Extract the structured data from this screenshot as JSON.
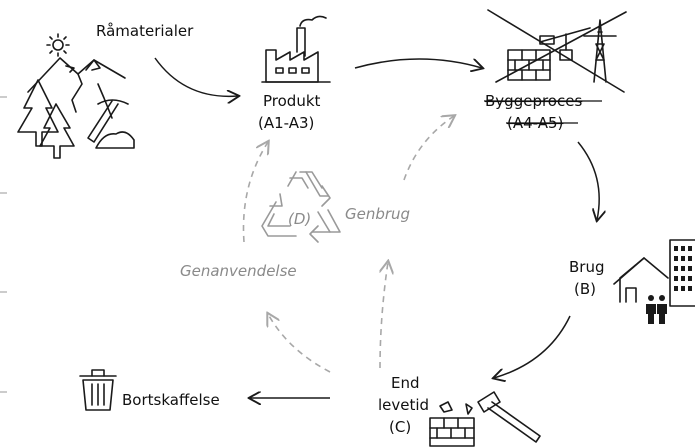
{
  "nodes": {
    "raw_materials": "Råmaterialer",
    "product_line1": "Produkt",
    "product_line2": "(A1-A3)",
    "construction_line1": "Byggeproces",
    "construction_line2": "(A4-A5)",
    "use_line1": "Brug",
    "use_line2": "(B)",
    "end_of_life_line1": "End",
    "end_of_life_line2": "levetid",
    "end_of_life_line3": "(C)",
    "disposal": "Bortskaffelse",
    "recycling": "Genbrug",
    "reuse": "Genanvendelse",
    "recycling_center_label": "(D)"
  }
}
